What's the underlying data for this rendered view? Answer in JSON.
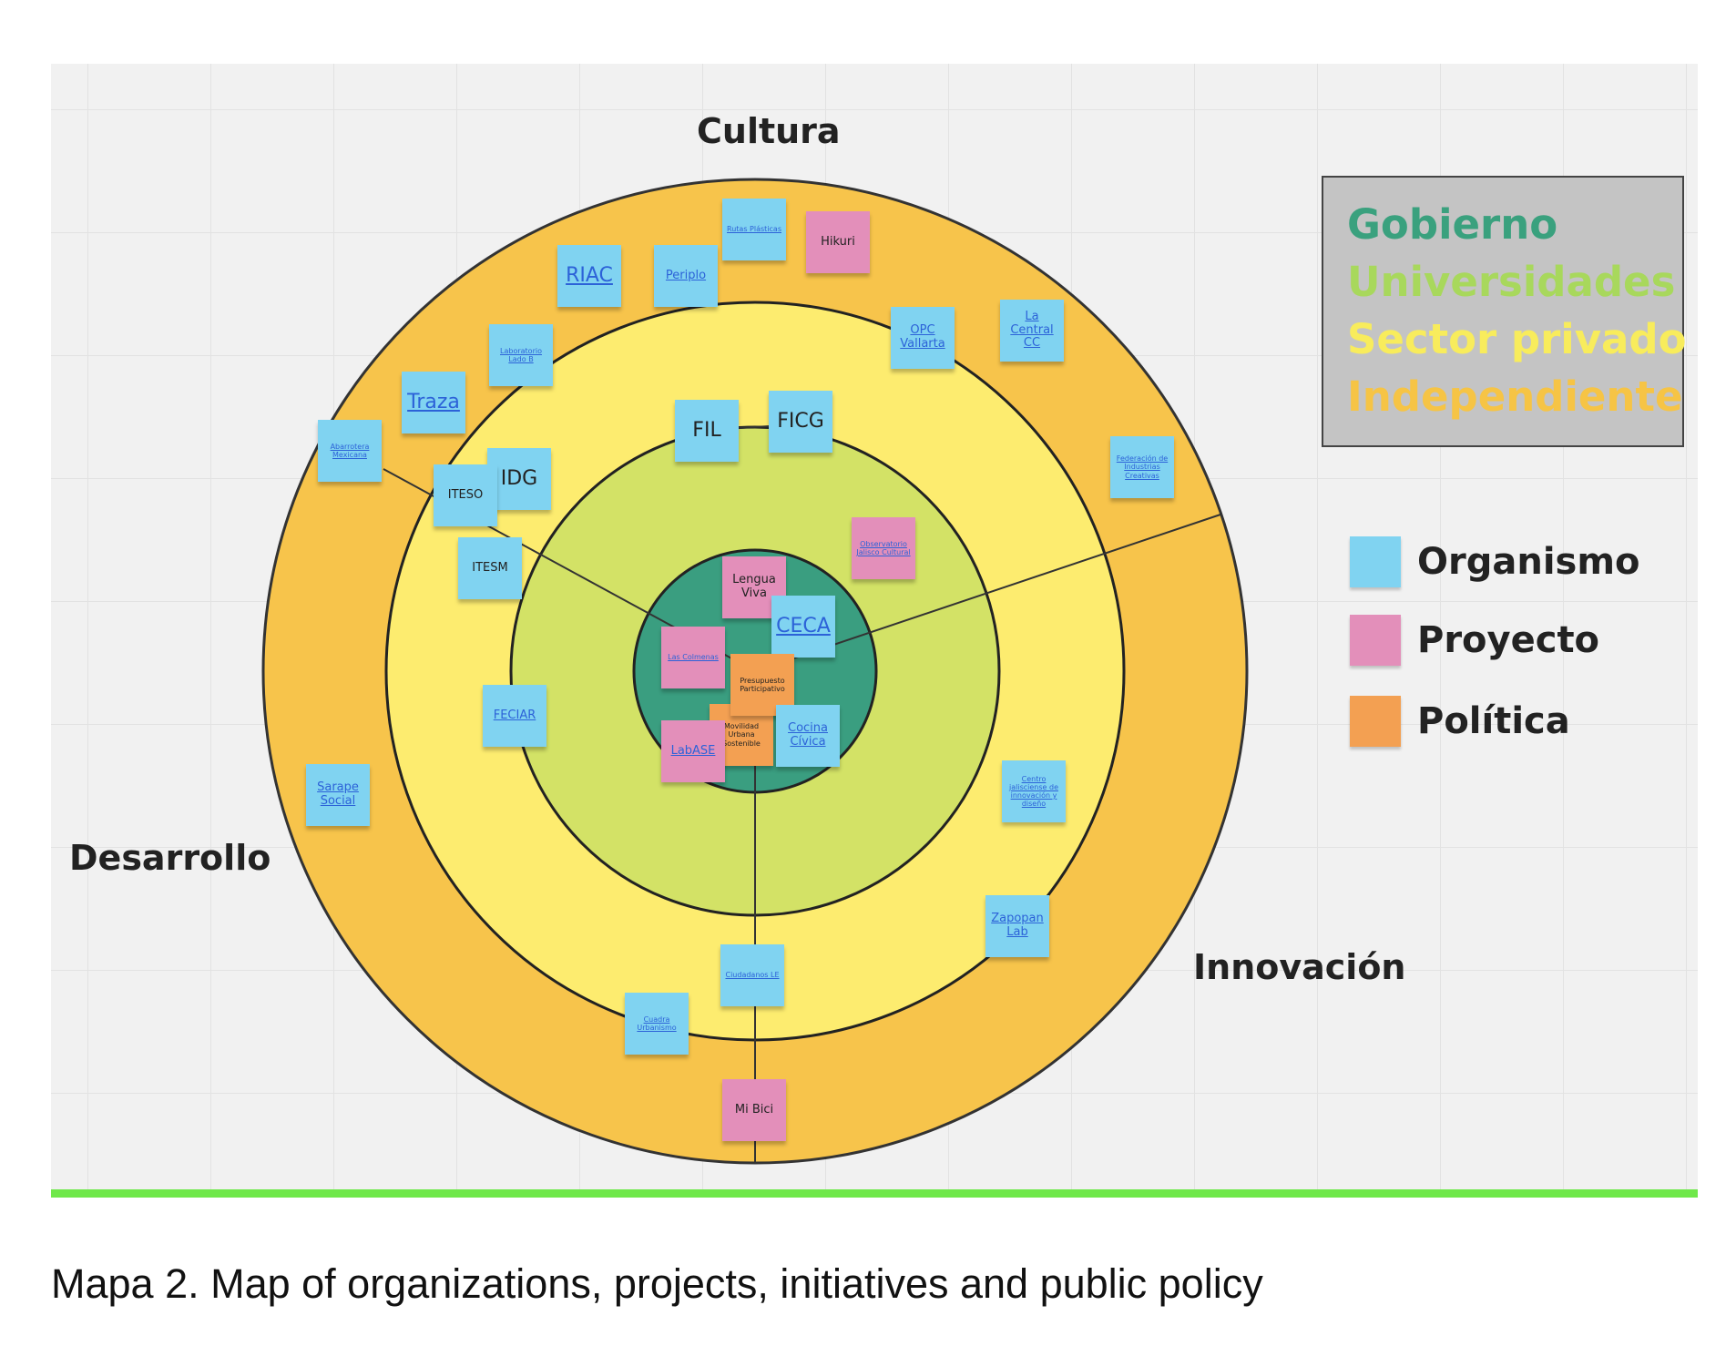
{
  "axes": {
    "top": "Cultura",
    "left": "Desarrollo",
    "right": "Innovación"
  },
  "rings_legend": [
    {
      "label": "Gobierno",
      "color": "#3aa17e"
    },
    {
      "label": "Universidades",
      "color": "#a8d85c"
    },
    {
      "label": "Sector privado",
      "color": "#f8ec5c"
    },
    {
      "label": "Independiente",
      "color": "#f6c445"
    }
  ],
  "ring_colors": {
    "outer": "#f7c44b",
    "second": "#fdec6f",
    "third": "#d3e266",
    "center": "#3a9e80"
  },
  "note_types": [
    {
      "label": "Organismo",
      "color": "#80d3f1"
    },
    {
      "label": "Proyecto",
      "color": "#e38fba"
    },
    {
      "label": "Política",
      "color": "#f3a052"
    }
  ],
  "notes": [
    {
      "text": "Rutas Plásticas",
      "type": "org"
    },
    {
      "text": "Hikuri",
      "type": "proj"
    },
    {
      "text": "RIAC",
      "type": "org"
    },
    {
      "text": "Periplo",
      "type": "org"
    },
    {
      "text": "Laboratorio Lado B",
      "type": "org"
    },
    {
      "text": "Traza",
      "type": "org"
    },
    {
      "text": "Abarrotera Mexicana",
      "type": "org"
    },
    {
      "text": "IDG",
      "type": "org"
    },
    {
      "text": "ITESO",
      "type": "org"
    },
    {
      "text": "FIL",
      "type": "org"
    },
    {
      "text": "FICG",
      "type": "org"
    },
    {
      "text": "OPC Vallarta",
      "type": "org"
    },
    {
      "text": "La Central CC",
      "type": "org"
    },
    {
      "text": "Federación de Industrias Creativas",
      "type": "org"
    },
    {
      "text": "ITESM",
      "type": "org"
    },
    {
      "text": "Observatorio Jalisco Cultural",
      "type": "proj"
    },
    {
      "text": "Lengua Viva",
      "type": "proj"
    },
    {
      "text": "CECA",
      "type": "org"
    },
    {
      "text": "Las Colmenas",
      "type": "proj"
    },
    {
      "text": "Movilidad Urbana Sostenible",
      "type": "pol"
    },
    {
      "text": "Presupuesto Participativo",
      "type": "pol"
    },
    {
      "text": "LabASE",
      "type": "proj"
    },
    {
      "text": "Cocina Cívica",
      "type": "org"
    },
    {
      "text": "FECIAR",
      "type": "org"
    },
    {
      "text": "Sarape Social",
      "type": "org"
    },
    {
      "text": "Centro jalisciense de innovación y diseño",
      "type": "org"
    },
    {
      "text": "Zapopan Lab",
      "type": "org"
    },
    {
      "text": "Ciudadanos LE",
      "type": "org"
    },
    {
      "text": "Cuadra Urbanismo",
      "type": "org"
    },
    {
      "text": "Mi Bici",
      "type": "proj"
    }
  ],
  "caption": "Mapa 2. Map of organizations, projects, initiatives and public policy"
}
